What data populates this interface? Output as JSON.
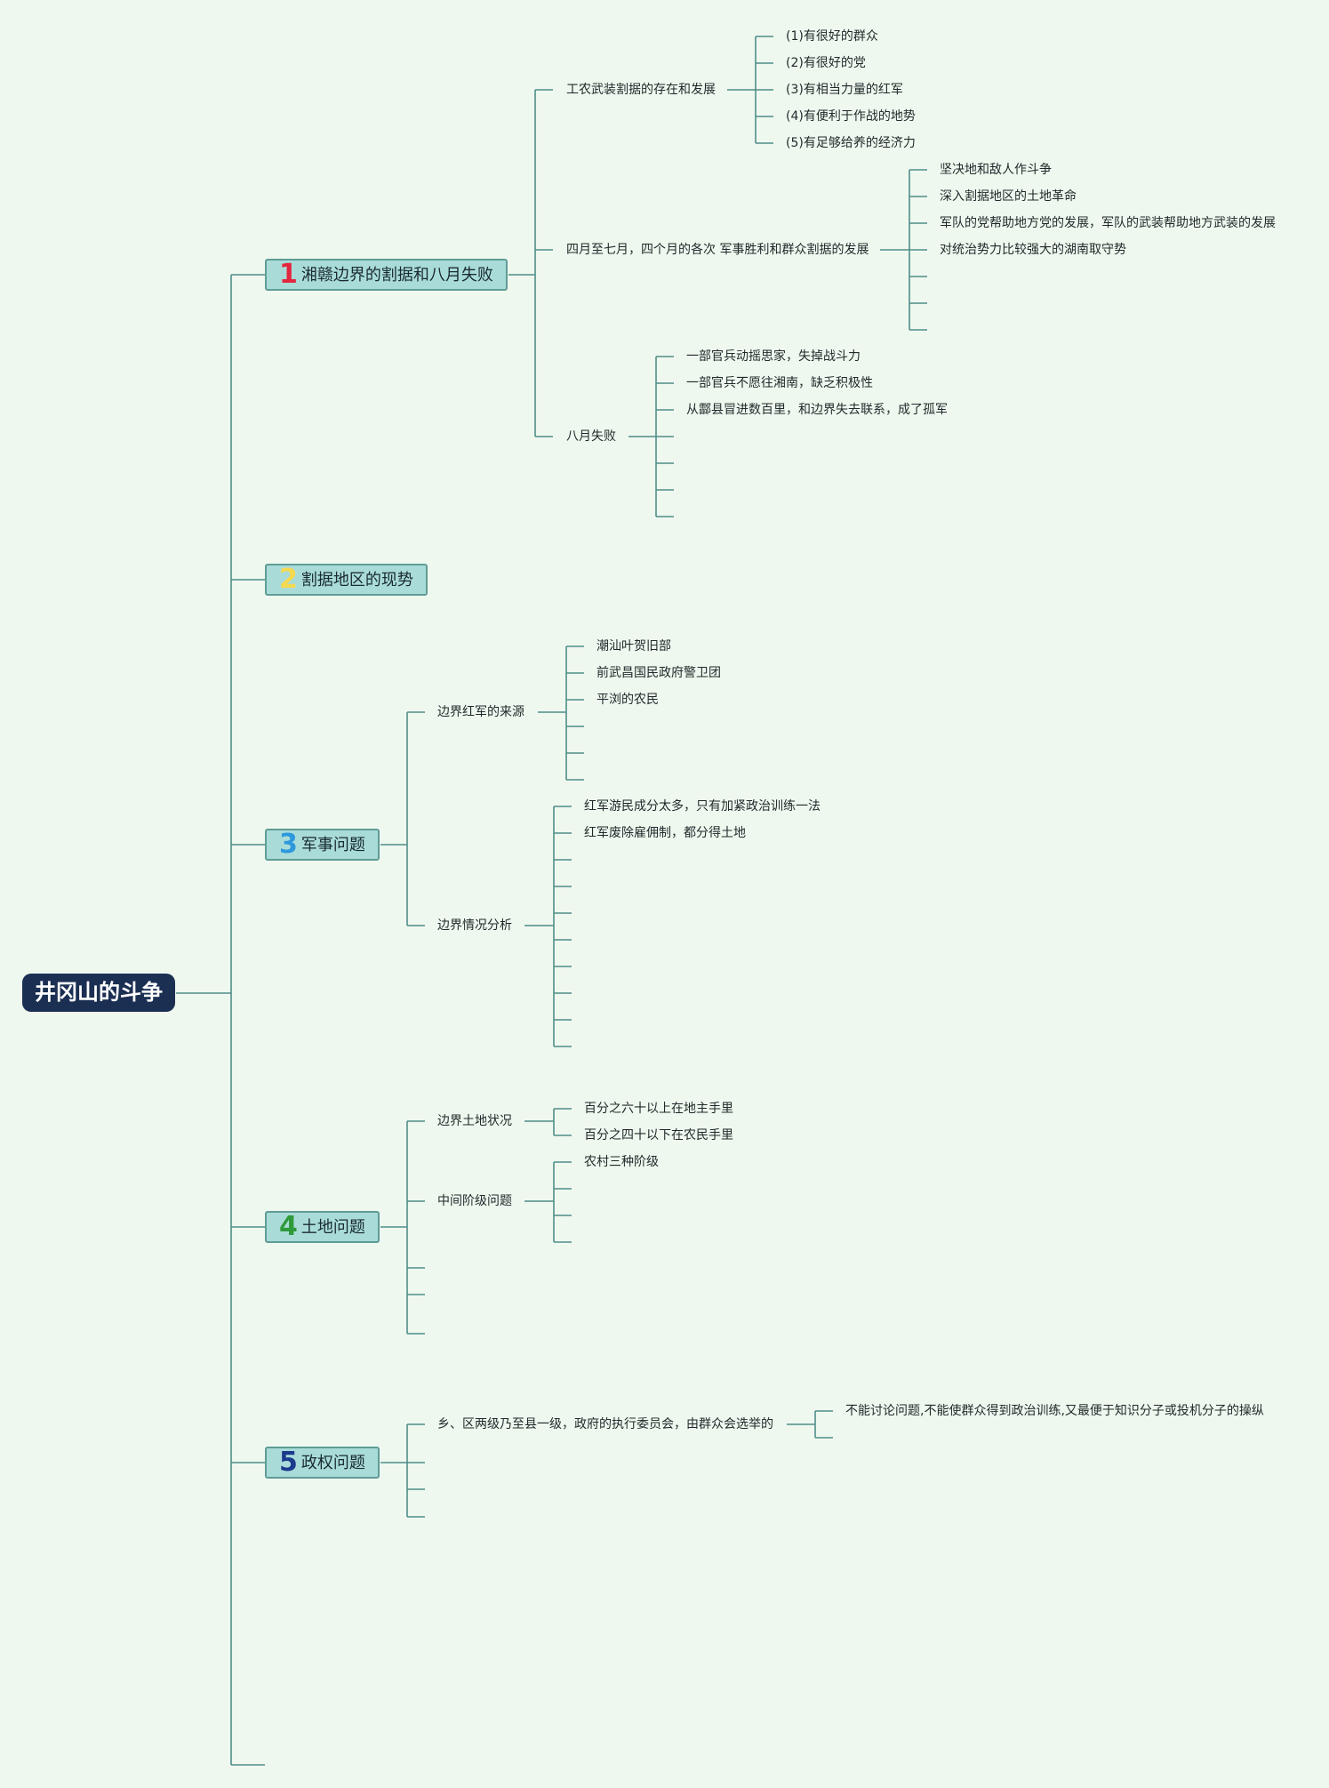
{
  "root": {
    "label": "井冈山的斗争"
  },
  "topics": [
    {
      "number": "1",
      "label": "湘赣边界的割据和八月失败",
      "number_color": "#e3263e",
      "children": [
        {
          "label": "工农武装割据的存在和发展",
          "leaves": [
            "(1)有很好的群众",
            "(2)有很好的党",
            "(3)有相当力量的红军",
            "(4)有便利于作战的地势",
            "(5)有足够给养的经济力"
          ]
        },
        {
          "label": "四月至七月，四个月的各次 军事胜利和群众割据的发展",
          "leaves": [
            "坚决地和敌人作斗争",
            "深入割据地区的土地革命",
            "军队的党帮助地方党的发展，军队的武装帮助地方武装的发展",
            "对统治势力比较强大的湖南取守势",
            "",
            "",
            ""
          ]
        },
        {
          "label": "八月失败",
          "leaves": [
            "一部官兵动摇思家，失掉战斗力",
            "一部官兵不愿往湘南，缺乏积极性",
            "从酃县冒进数百里，和边界失去联系，成了孤军",
            "",
            "",
            "",
            ""
          ]
        }
      ]
    },
    {
      "number": "2",
      "label": "割据地区的现势",
      "number_color": "#f5d94e",
      "children": []
    },
    {
      "number": "3",
      "label": "军事问题",
      "number_color": "#2e98dd",
      "children": [
        {
          "label": "边界红军的来源",
          "leaves": [
            "潮汕叶贺旧部",
            "前武昌国民政府警卫团",
            "平浏的农民",
            "",
            "",
            ""
          ]
        },
        {
          "label": "边界情况分析",
          "leaves": [
            "红军游民成分太多，只有加紧政治训练一法",
            "红军废除雇佣制，都分得土地",
            "",
            "",
            "",
            "",
            "",
            "",
            "",
            ""
          ]
        }
      ]
    },
    {
      "number": "4",
      "label": "土地问题",
      "number_color": "#2f9a3c",
      "children": [
        {
          "label": "边界土地状况",
          "leaves": [
            "百分之六十以上在地主手里",
            "百分之四十以下在农民手里"
          ]
        },
        {
          "label": "中间阶级问题",
          "leaves": [
            "农村三种阶级",
            "",
            "",
            ""
          ]
        },
        {
          "label": "",
          "leaves": []
        },
        {
          "label": "",
          "leaves": []
        },
        {
          "label": "",
          "leaves": []
        }
      ]
    },
    {
      "number": "5",
      "label": "政权问题",
      "number_color": "#1b3a8c",
      "children": [
        {
          "label": "乡、区两级乃至县一级，政府的执行委员会，由群众会选举的",
          "leaves": [
            "不能讨论问题,不能使群众得到政治训练,又最便于知识分子或投机分子的操纵",
            ""
          ]
        },
        {
          "label": "",
          "leaves": []
        },
        {
          "label": "",
          "leaves": []
        },
        {
          "label": "",
          "leaves": []
        }
      ]
    },
    {
      "number": "",
      "label": "",
      "number_color": "#000000",
      "children": []
    }
  ],
  "colors": {
    "line": "#4f8e88",
    "background": "#eff8ef",
    "root_fill": "#1b2f52",
    "topic_fill": "#a9dcd9"
  }
}
